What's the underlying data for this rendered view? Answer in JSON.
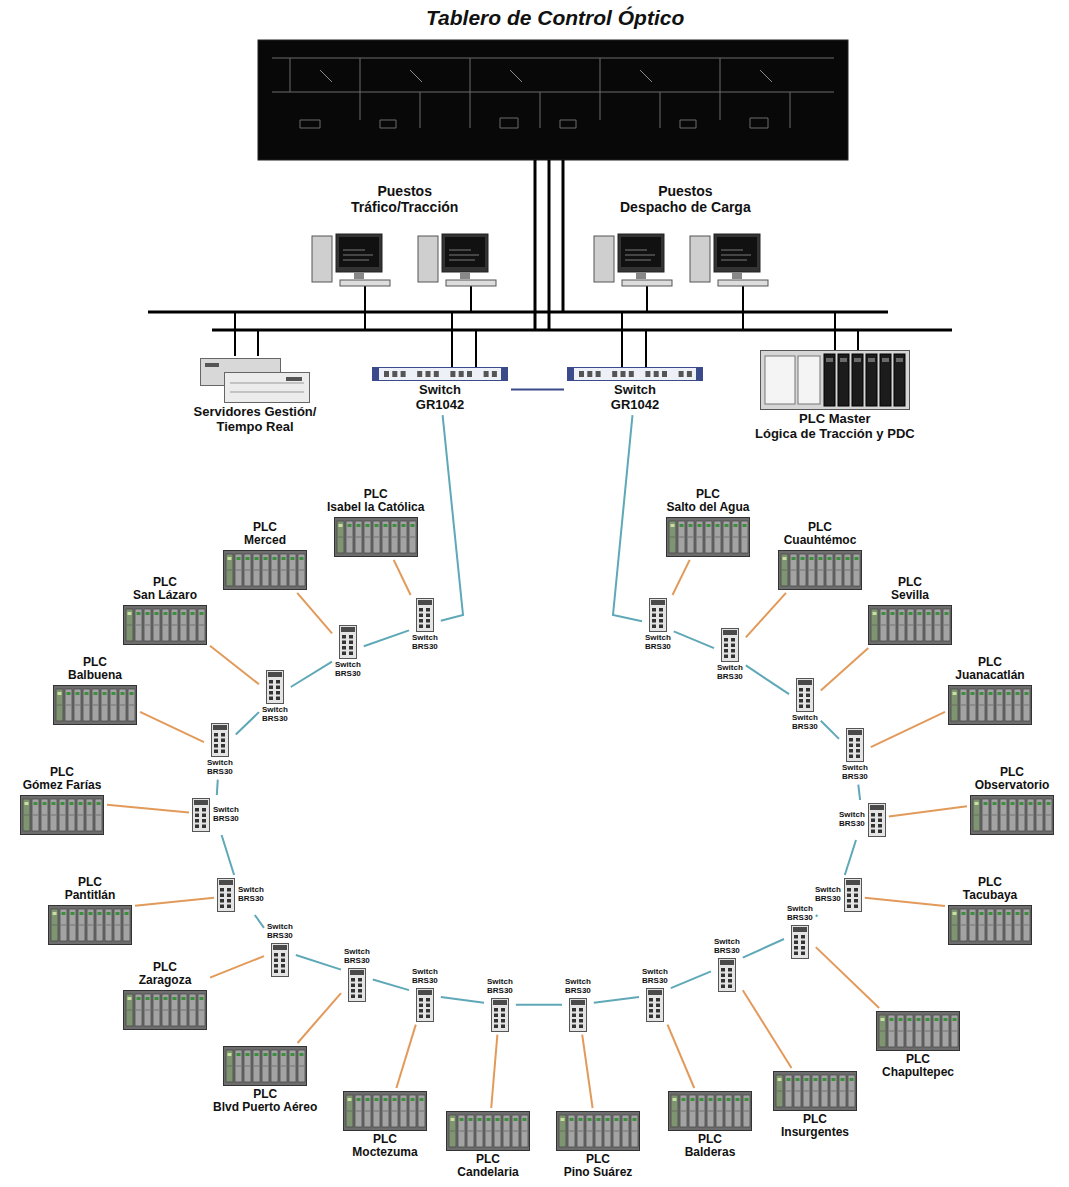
{
  "diagram": {
    "title": "Tablero de Control Óptico",
    "nodes": [
      {
        "text": [
          "Puestos",
          "Tráfico/Tracción"
        ]
      },
      {
        "text": [
          "Puestos",
          "Despacho de Carga"
        ]
      },
      {
        "text": [
          "Servidores Gestión/ Tiempo Real"
        ]
      },
      {
        "text": [
          "Switch GR1042"
        ]
      },
      {
        "text": [
          "Switch GR1042"
        ]
      },
      {
        "text": [
          "PLC Master",
          "Lógica de Tracción y PDC"
        ]
      },
      {
        "text": [
          "PLC",
          "Isabel la Católica"
        ]
      },
      {
        "text": [
          "Switch BRS30"
        ]
      },
      {
        "text": [
          "PLC",
          "Merced"
        ]
      },
      {
        "text": [
          "Switch BRS30"
        ]
      },
      {
        "text": [
          "PLC",
          "San Lázaro"
        ]
      },
      {
        "text": [
          "Switch BRS30"
        ]
      },
      {
        "text": [
          "PLC",
          "Balbuena"
        ]
      },
      {
        "text": [
          "Switch BRS30"
        ]
      },
      {
        "text": [
          "PLC",
          "Gómez Farías"
        ]
      },
      {
        "text": [
          "Switch BRS30"
        ]
      },
      {
        "text": [
          "PLC",
          "Pantitlán"
        ]
      },
      {
        "text": [
          "Switch BRS30"
        ]
      },
      {
        "text": [
          "PLC",
          "Zaragoza"
        ]
      },
      {
        "text": [
          "Switch BRS30"
        ]
      },
      {
        "text": [
          "PLC",
          "Blvd Puerto Aéreo"
        ]
      },
      {
        "text": [
          "Switch BRS30"
        ]
      },
      {
        "text": [
          "PLC",
          "Moctezuma"
        ]
      },
      {
        "text": [
          "Switch BRS30"
        ]
      },
      {
        "text": [
          "PLC",
          "Candelaria"
        ]
      },
      {
        "text": [
          "Switch BRS30"
        ]
      },
      {
        "text": [
          "PLC",
          "Pino Suárez"
        ]
      },
      {
        "text": [
          "Switch BRS30"
        ]
      },
      {
        "text": [
          "PLC",
          "Balderas"
        ]
      },
      {
        "text": [
          "Switch BRS30"
        ]
      },
      {
        "text": [
          "PLC",
          "Insurgentes"
        ]
      },
      {
        "text": [
          "Switch BRS30"
        ]
      },
      {
        "text": [
          "PLC",
          "Chapultepec"
        ]
      },
      {
        "text": [
          "Switch BRS30"
        ]
      },
      {
        "text": [
          "PLC",
          "Tacubaya"
        ]
      },
      {
        "text": [
          "Switch BRS30"
        ]
      },
      {
        "text": [
          "PLC",
          "Observatorio"
        ]
      },
      {
        "text": [
          "Switch BRS30"
        ]
      },
      {
        "text": [
          "PLC",
          "Juanacatlán"
        ]
      },
      {
        "text": [
          "Switch BRS30"
        ]
      },
      {
        "text": [
          "PLC",
          "Sevilla"
        ]
      },
      {
        "text": [
          "Switch BRS30"
        ]
      },
      {
        "text": [
          "PLC",
          "Cuauhtémoc"
        ]
      },
      {
        "text": [
          "Switch BRS30"
        ]
      },
      {
        "text": [
          "PLC",
          "Salto del Agua"
        ]
      },
      {
        "text": [
          "Switch BRS30"
        ]
      }
    ],
    "edges": [
      {
        "from": 3,
        "to": 4,
        "arrow": "none"
      },
      {
        "from": 3,
        "to": 7,
        "arrow": "none"
      },
      {
        "from": 4,
        "to": 45,
        "arrow": "none"
      },
      {
        "from": 7,
        "to": 9,
        "arrow": "none"
      },
      {
        "from": 9,
        "to": 11,
        "arrow": "none"
      },
      {
        "from": 11,
        "to": 13,
        "arrow": "none"
      },
      {
        "from": 13,
        "to": 15,
        "arrow": "none"
      },
      {
        "from": 15,
        "to": 17,
        "arrow": "none"
      },
      {
        "from": 17,
        "to": 19,
        "arrow": "none"
      },
      {
        "from": 19,
        "to": 21,
        "arrow": "none"
      },
      {
        "from": 21,
        "to": 23,
        "arrow": "none"
      },
      {
        "from": 23,
        "to": 25,
        "arrow": "none"
      },
      {
        "from": 25,
        "to": 27,
        "arrow": "none"
      },
      {
        "from": 27,
        "to": 29,
        "arrow": "none"
      },
      {
        "from": 29,
        "to": 31,
        "arrow": "none"
      },
      {
        "from": 31,
        "to": 33,
        "arrow": "none"
      },
      {
        "from": 33,
        "to": 35,
        "arrow": "none"
      },
      {
        "from": 35,
        "to": 37,
        "arrow": "none"
      },
      {
        "from": 37,
        "to": 39,
        "arrow": "none"
      },
      {
        "from": 39,
        "to": 41,
        "arrow": "none"
      },
      {
        "from": 41,
        "to": 43,
        "arrow": "none"
      },
      {
        "from": 43,
        "to": 45,
        "arrow": "none"
      },
      {
        "from": 6,
        "to": 7,
        "arrow": "none"
      },
      {
        "from": 8,
        "to": 9,
        "arrow": "none"
      },
      {
        "from": 10,
        "to": 11,
        "arrow": "none"
      },
      {
        "from": 12,
        "to": 13,
        "arrow": "none"
      },
      {
        "from": 14,
        "to": 15,
        "arrow": "none"
      },
      {
        "from": 16,
        "to": 17,
        "arrow": "none"
      },
      {
        "from": 18,
        "to": 19,
        "arrow": "none"
      },
      {
        "from": 20,
        "to": 21,
        "arrow": "none"
      },
      {
        "from": 22,
        "to": 23,
        "arrow": "none"
      },
      {
        "from": 24,
        "to": 25,
        "arrow": "none"
      },
      {
        "from": 26,
        "to": 27,
        "arrow": "none"
      },
      {
        "from": 28,
        "to": 29,
        "arrow": "none"
      },
      {
        "from": 30,
        "to": 31,
        "arrow": "none"
      },
      {
        "from": 32,
        "to": 33,
        "arrow": "none"
      },
      {
        "from": 34,
        "to": 35,
        "arrow": "none"
      },
      {
        "from": 36,
        "to": 37,
        "arrow": "none"
      },
      {
        "from": 38,
        "to": 39,
        "arrow": "none"
      },
      {
        "from": 40,
        "to": 41,
        "arrow": "none"
      },
      {
        "from": 42,
        "to": 43,
        "arrow": "none"
      },
      {
        "from": 44,
        "to": 45,
        "arrow": "none"
      }
    ]
  }
}
